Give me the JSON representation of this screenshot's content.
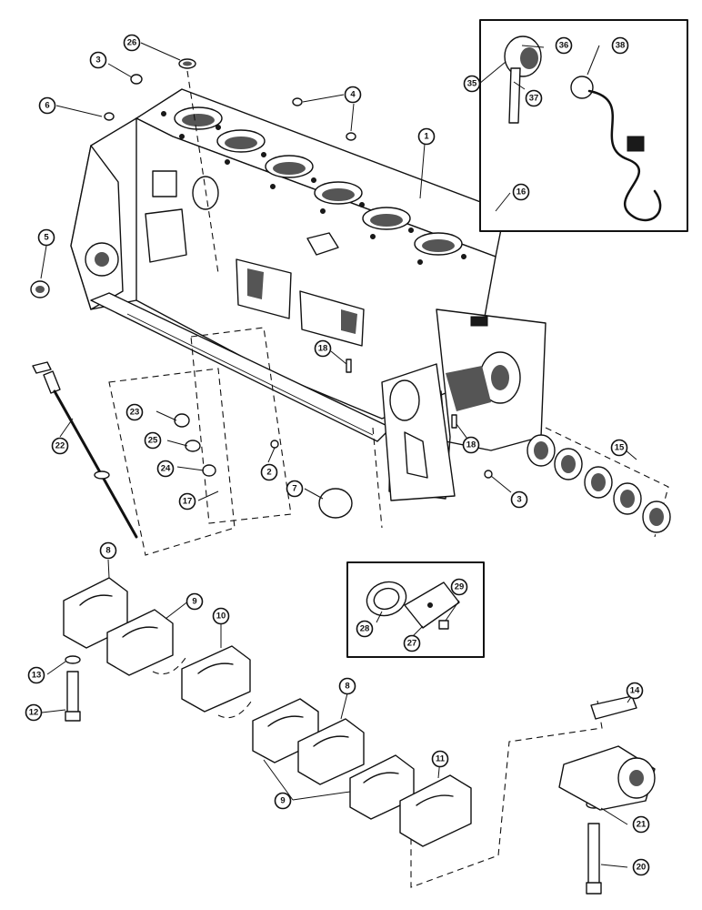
{
  "callouts": [
    {
      "id": "c1",
      "label": "1"
    },
    {
      "id": "c2",
      "label": "2"
    },
    {
      "id": "c3a",
      "label": "3"
    },
    {
      "id": "c3b",
      "label": "3"
    },
    {
      "id": "c4",
      "label": "4"
    },
    {
      "id": "c5",
      "label": "5"
    },
    {
      "id": "c6",
      "label": "6"
    },
    {
      "id": "c7",
      "label": "7"
    },
    {
      "id": "c8a",
      "label": "8"
    },
    {
      "id": "c8b",
      "label": "8"
    },
    {
      "id": "c9a",
      "label": "9"
    },
    {
      "id": "c9b",
      "label": "9"
    },
    {
      "id": "c10",
      "label": "10"
    },
    {
      "id": "c11",
      "label": "11"
    },
    {
      "id": "c12",
      "label": "12"
    },
    {
      "id": "c13",
      "label": "13"
    },
    {
      "id": "c14",
      "label": "14"
    },
    {
      "id": "c15",
      "label": "15"
    },
    {
      "id": "c16",
      "label": "16"
    },
    {
      "id": "c17",
      "label": "17"
    },
    {
      "id": "c18a",
      "label": "18"
    },
    {
      "id": "c18b",
      "label": "18"
    },
    {
      "id": "c20",
      "label": "20"
    },
    {
      "id": "c21",
      "label": "21"
    },
    {
      "id": "c22",
      "label": "22"
    },
    {
      "id": "c23",
      "label": "23"
    },
    {
      "id": "c24",
      "label": "24"
    },
    {
      "id": "c25",
      "label": "25"
    },
    {
      "id": "c26",
      "label": "26"
    },
    {
      "id": "c27",
      "label": "27"
    },
    {
      "id": "c28",
      "label": "28"
    },
    {
      "id": "c29",
      "label": "29"
    },
    {
      "id": "c35",
      "label": "35"
    },
    {
      "id": "c36",
      "label": "36"
    },
    {
      "id": "c37",
      "label": "37"
    },
    {
      "id": "c38",
      "label": "38"
    }
  ]
}
